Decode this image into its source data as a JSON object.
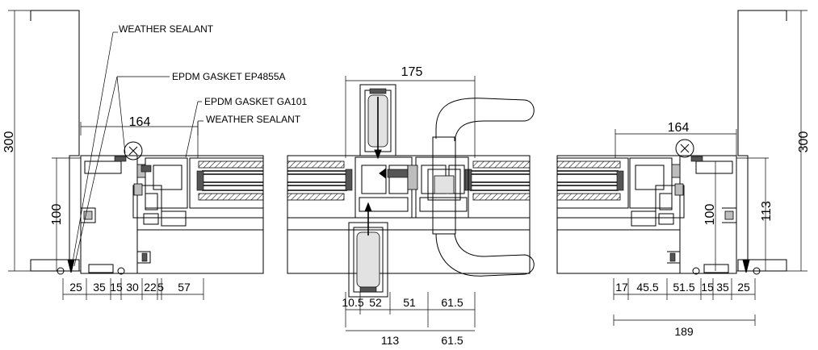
{
  "labels": {
    "weather_sealant_top": "WEATHER SEALANT",
    "gasket_ep": "EPDM GASKET EP4855A",
    "gasket_ga": "EPDM GASKET GA101",
    "weather_sealant_mid": "WEATHER SEALANT"
  },
  "left_section": {
    "dim_height_overall": "300",
    "dim_height_inner": "100",
    "dim_width_top": "164",
    "bottom_dims": [
      "25",
      "35",
      "15",
      "30",
      "22",
      "5",
      "57"
    ]
  },
  "center_section": {
    "dim_handle_width": "175",
    "bottom_dims_row1": [
      "10.5",
      "52",
      "51",
      "61.5"
    ],
    "bottom_dims_row2": [
      "113",
      "61.5"
    ]
  },
  "right_section": {
    "dim_height_overall": "300",
    "dim_height_inner": "100",
    "dim_height_mid": "113",
    "dim_width_top": "164",
    "bottom_dims": [
      "17",
      "45.5",
      "51.5",
      "15",
      "35",
      "25"
    ],
    "dim_width_bottom": "189"
  }
}
